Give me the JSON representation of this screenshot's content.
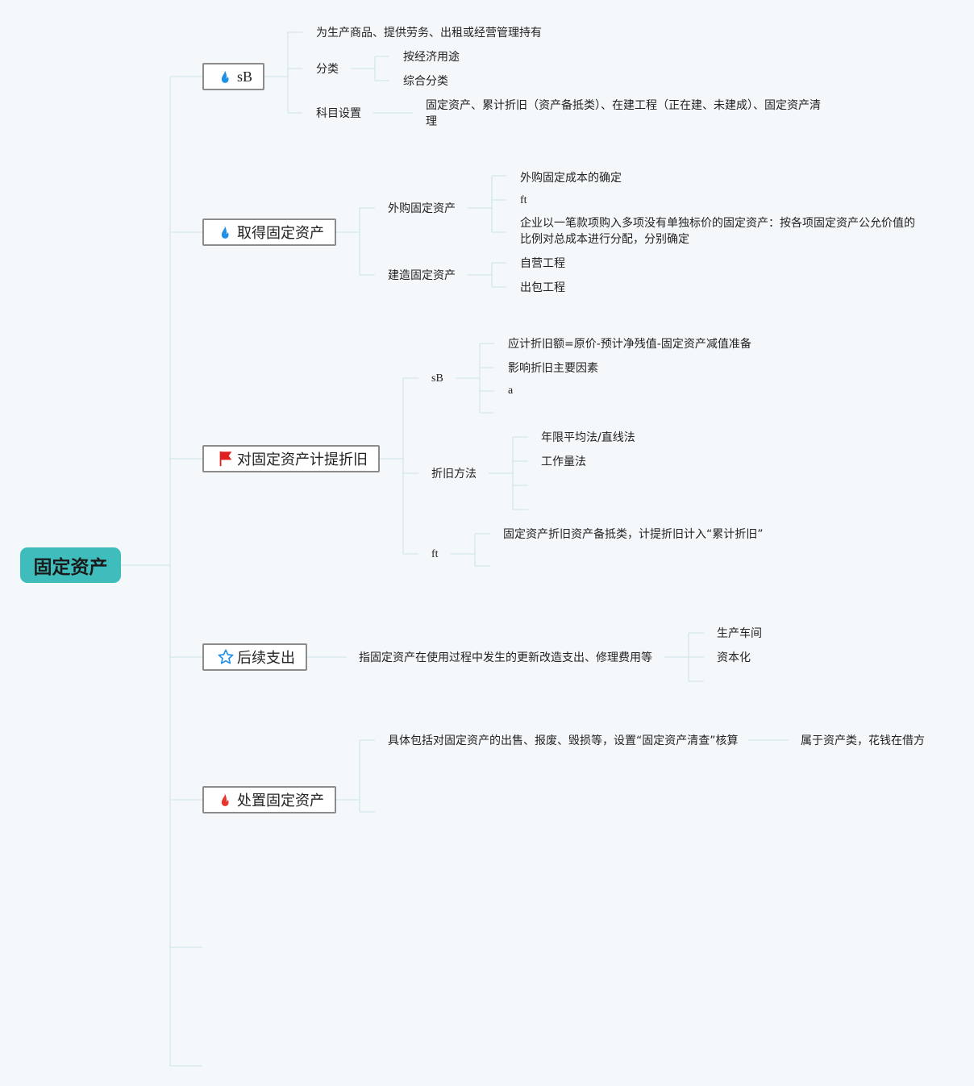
{
  "root": "固定资产",
  "branch_sb": {
    "label": "sB",
    "icon": "fire-icon-blue",
    "c1": "为生产商品、提供劳务、出租或经营管理持有",
    "c2": "分类",
    "c2a": "按经济用途",
    "c2b": "综合分类",
    "c3": "科目设置",
    "c3a": "固定资产、累计折旧（资产备抵类）、在建工程（正在建、未建成）、固定资产清理"
  },
  "branch_acquire": {
    "label": "取得固定资产",
    "icon": "fire-icon-blue",
    "c1": "外购固定资产",
    "c1a": "外购固定成本的确定",
    "c1b": "ft",
    "c1c": "企业以一笔款项购入多项没有单独标价的固定资产：按各项固定资产公允价值的比例对总成本进行分配，分别确定",
    "c2": "建造固定资产",
    "c2a": "自营工程",
    "c2b": "出包工程"
  },
  "branch_depr": {
    "label": "对固定资产计提折旧",
    "icon": "flag-icon-red",
    "c1": "sB",
    "c1a": "应计折旧额=原价-预计净残值-固定资产减值准备",
    "c1b": "影响折旧主要因素",
    "c1c": "a",
    "c2": "折旧方法",
    "c2a": "年限平均法/直线法",
    "c2b": "工作量法",
    "c3": "ft",
    "c3a": "固定资产折旧资产备抵类，计提折旧计入“累计折旧”"
  },
  "branch_subseq": {
    "label": "后续支出",
    "icon": "star-icon-blue",
    "c1": "指固定资产在使用过程中发生的更新改造支出、修理费用等",
    "c1a": "生产车间",
    "c1b": "资本化"
  },
  "branch_dispose": {
    "label": "处置固定资产",
    "icon": "fire-icon-red",
    "c1": "具体包括对固定资产的出售、报废、毁损等，设置“固定资产清查”核算",
    "c1a": "属于资产类，花钱在借方"
  },
  "colors": {
    "root_fill": "#3fbdbd",
    "connector": "#d3e6ec",
    "fire_blue": "#1e90e8",
    "fire_red": "#e8342a",
    "flag_red": "#e02020",
    "star_blue": "#1e8fe8"
  }
}
